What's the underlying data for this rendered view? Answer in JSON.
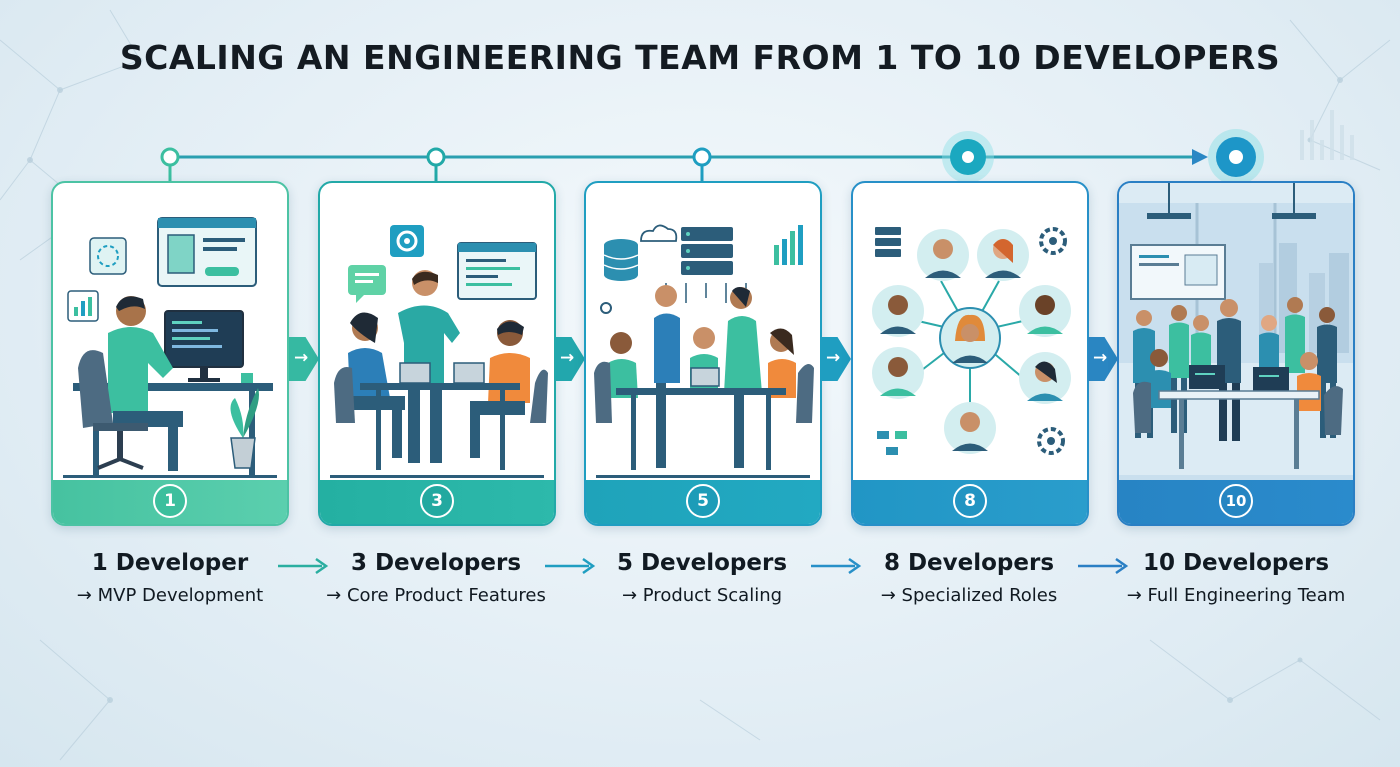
{
  "title": "SCALING AN ENGINEERING TEAM FROM 1 TO 10 DEVELOPERS",
  "colors": {
    "teal_light": "#4cc3a4",
    "teal": "#22a9a8",
    "teal_blue": "#1f9ec1",
    "blue": "#2790c8",
    "deep_blue": "#2a7fc4",
    "text": "#141b22"
  },
  "stages": [
    {
      "number": "1",
      "heading": "1 Developer",
      "subtitle": "→ MVP Development",
      "scene_icons": [
        "ui-mockup-icon",
        "chart-icon",
        "monitor-icon",
        "plant-icon"
      ]
    },
    {
      "number": "3",
      "heading": "3 Developers",
      "subtitle": "→ Core Product Features",
      "scene_icons": [
        "gear-icon",
        "chat-bubble-icon",
        "code-window-icon",
        "laptop-icon"
      ]
    },
    {
      "number": "5",
      "heading": "5 Developers",
      "subtitle": "→ Product Scaling",
      "scene_icons": [
        "database-icon",
        "cloud-icon",
        "server-icon",
        "chart-icon"
      ]
    },
    {
      "number": "8",
      "heading": "8 Developers",
      "subtitle": "→ Specialized Roles",
      "scene_icons": [
        "avatar-icon",
        "gear-icon",
        "server-icon",
        "flowchart-icon"
      ]
    },
    {
      "number": "10",
      "heading": "10 Developers",
      "subtitle": "→ Full Engineering Team",
      "scene_icons": [
        "office-lamp-icon",
        "whiteboard-icon",
        "city-window-icon",
        "laptop-icon"
      ]
    }
  ],
  "flow_arrow": "→"
}
